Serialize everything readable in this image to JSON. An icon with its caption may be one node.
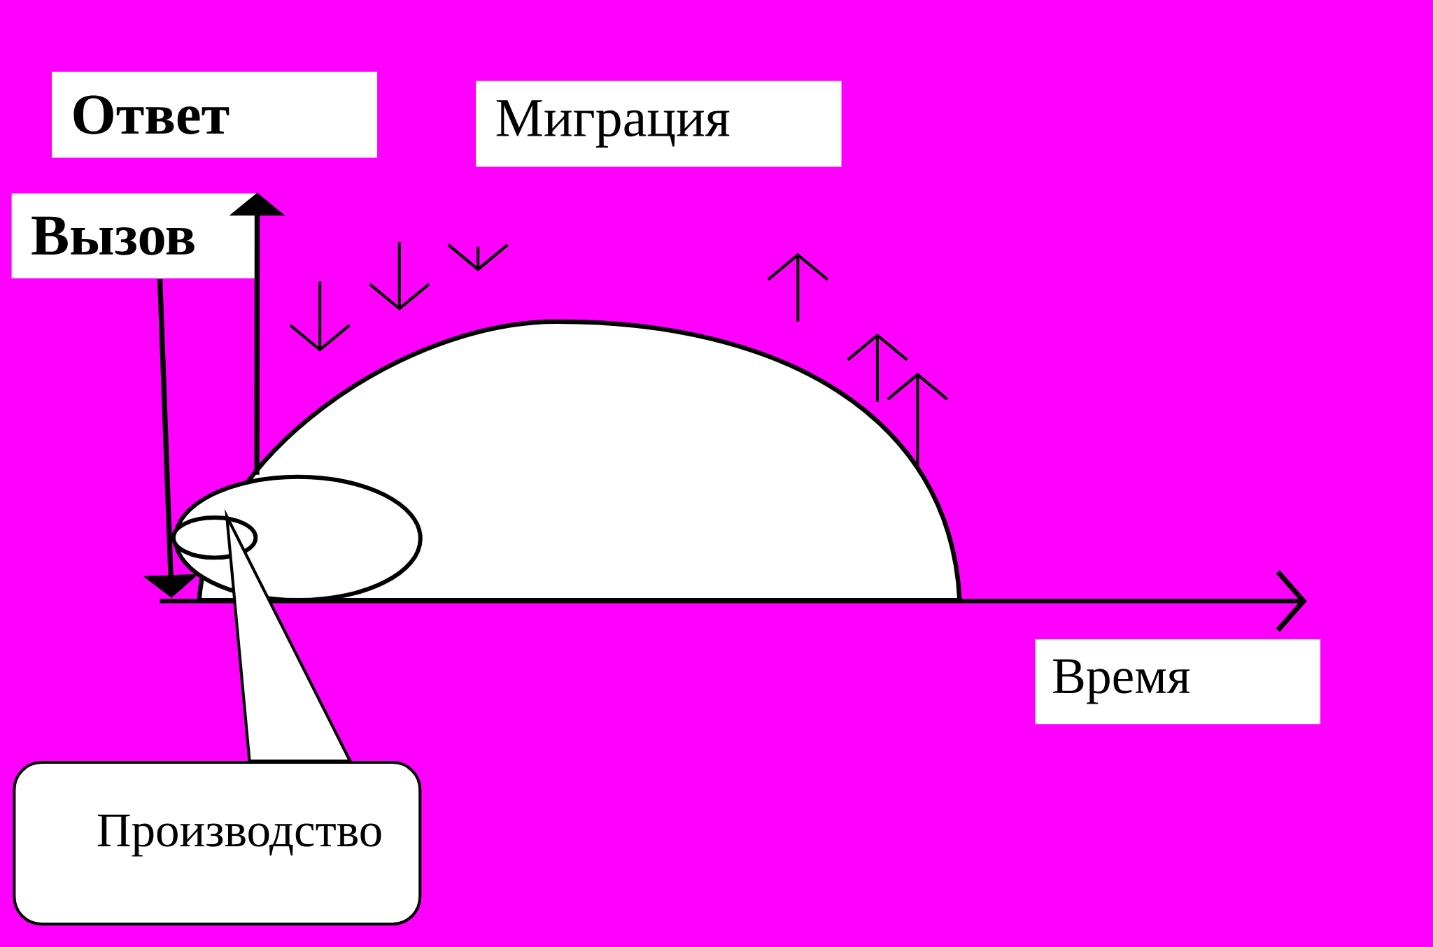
{
  "diagram": {
    "nodes": [
      {
        "text": [
          "Ответ"
        ]
      },
      {
        "text": [
          "Миграция"
        ]
      },
      {
        "text": [
          "Вызов"
        ]
      },
      {
        "text": [
          "Время"
        ]
      },
      {
        "text": [
          "Производство"
        ]
      },
      {
        "text": [],
        "shape": "dome"
      },
      {
        "text": [],
        "shape": "ellipse"
      },
      {
        "text": [],
        "shape": "ellipse",
        "in": 6
      }
    ],
    "edges": [
      {
        "from": 4,
        "to": 7,
        "arrow": "none"
      },
      {
        "from": 2,
        "to": 6,
        "arrow": "to"
      },
      {
        "from": 6,
        "to": 2,
        "arrow": "to"
      }
    ]
  }
}
